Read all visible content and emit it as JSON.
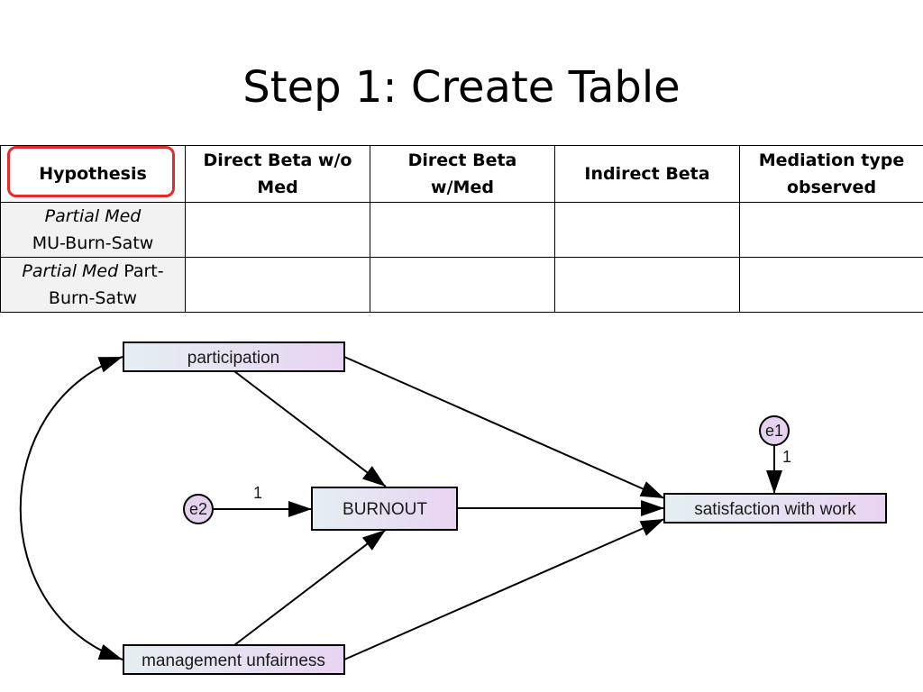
{
  "slide": {
    "title": "Step 1: Create Table"
  },
  "table": {
    "headers": [
      [
        "Hypothesis"
      ],
      [
        "Direct Beta w/o",
        "Med"
      ],
      [
        "Direct Beta",
        "w/Med"
      ],
      [
        "Indirect Beta"
      ],
      [
        "Mediation type",
        "observed"
      ]
    ],
    "rows": [
      {
        "hyp_italic": "Partial Med",
        "hyp_rest": "MU-Burn-Satw",
        "direct_wo_med": "",
        "direct_w_med": "",
        "indirect": "",
        "mediation_type": ""
      },
      {
        "hyp_italic": "Partial Med",
        "hyp_rest": " Part-Burn-Satw",
        "direct_wo_med": "",
        "direct_w_med": "",
        "indirect": "",
        "mediation_type": ""
      }
    ],
    "highlight_color": "#e32b2b"
  },
  "diagram": {
    "variables": {
      "participation": "participation",
      "burnout": "BURNOUT",
      "satisfaction": "satisfaction with work",
      "management": "management unfairness"
    },
    "errors": {
      "e1": "e1",
      "e2": "e2"
    },
    "coefficients": {
      "e1_path": "1",
      "e2_path": "1"
    },
    "colors": {
      "box_fill_start": "#e4eff2",
      "box_fill_end": "#e8d4f2",
      "error_fill": "#e4d2ee"
    }
  }
}
